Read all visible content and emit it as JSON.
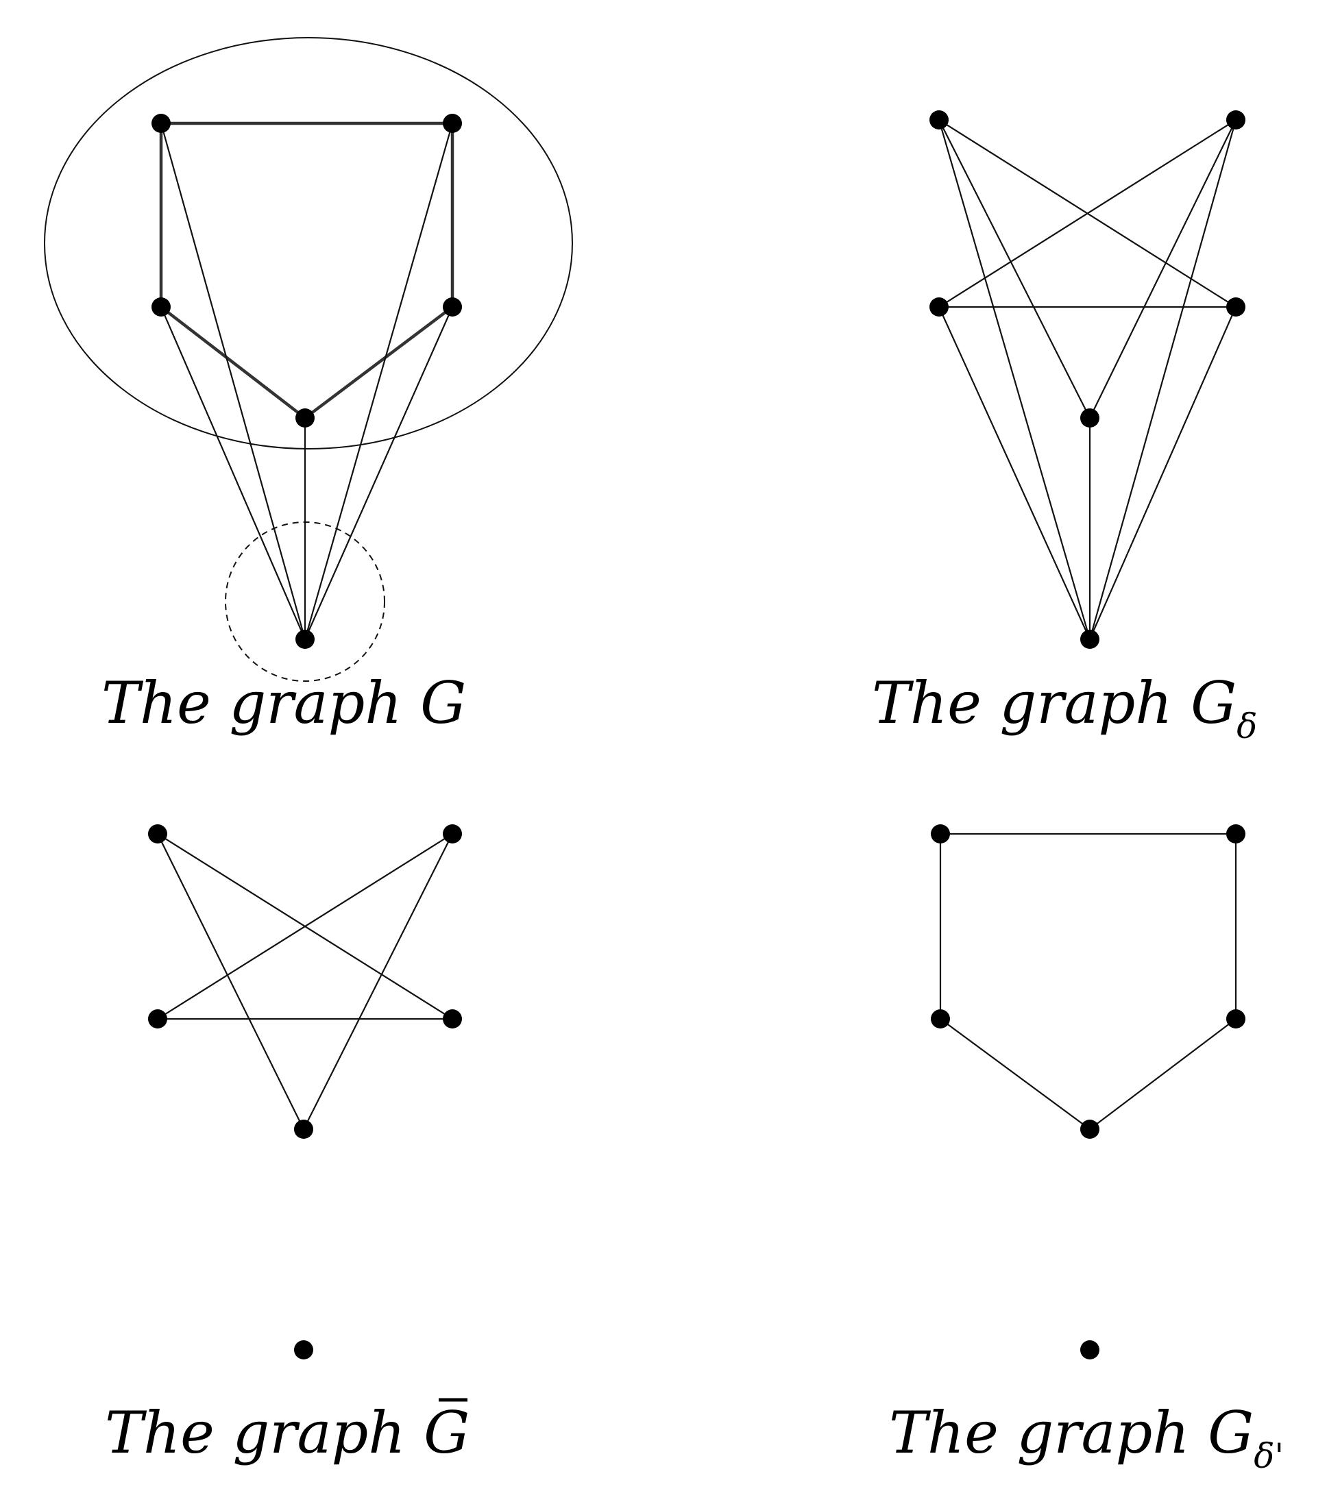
{
  "captions": {
    "g": {
      "prefix": "The graph ",
      "symbol": "G"
    },
    "g_delta": {
      "prefix": "The graph ",
      "symbol": "G",
      "subscript": "δ"
    },
    "g_bar": {
      "prefix": "The graph ",
      "symbol": "G",
      "overline": true
    },
    "g_delta_prime": {
      "prefix": "The graph ",
      "symbol": "G",
      "subscript": "δ'"
    }
  },
  "colors": {
    "vertex": "#000000",
    "edge": "#111111",
    "background": "#ffffff"
  }
}
